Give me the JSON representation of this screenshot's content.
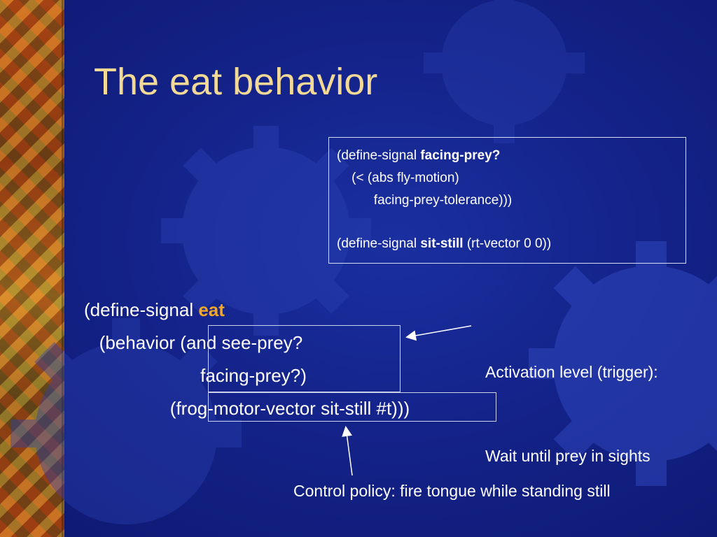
{
  "slide": {
    "title": "The eat behavior"
  },
  "code_box": {
    "line1_prefix": "(define-signal ",
    "line1_bold": "facing-prey?",
    "line2": "    (< (abs fly-motion)",
    "line3": "          facing-prey-tolerance)))",
    "line5_prefix": "(define-signal ",
    "line5_bold": "sit-still",
    "line5_suffix": " (rt-vector 0 0))"
  },
  "main_code": {
    "line1_prefix": "(define-signal ",
    "line1_highlight": "eat",
    "line2": "   (behavior (and see-prey?",
    "line3": "                       facing-prey?)",
    "line4": "                 (frog-motor-vector sit-still #t)))"
  },
  "annotations": {
    "activation_line1": "Activation level (trigger):",
    "activation_line2": "Wait until prey in sights",
    "control_policy": "Control policy: fire tongue while standing still"
  },
  "colors": {
    "background": "#14238a",
    "title": "#f2d995",
    "highlight": "#f5a623",
    "gear": "#3a52c8"
  }
}
